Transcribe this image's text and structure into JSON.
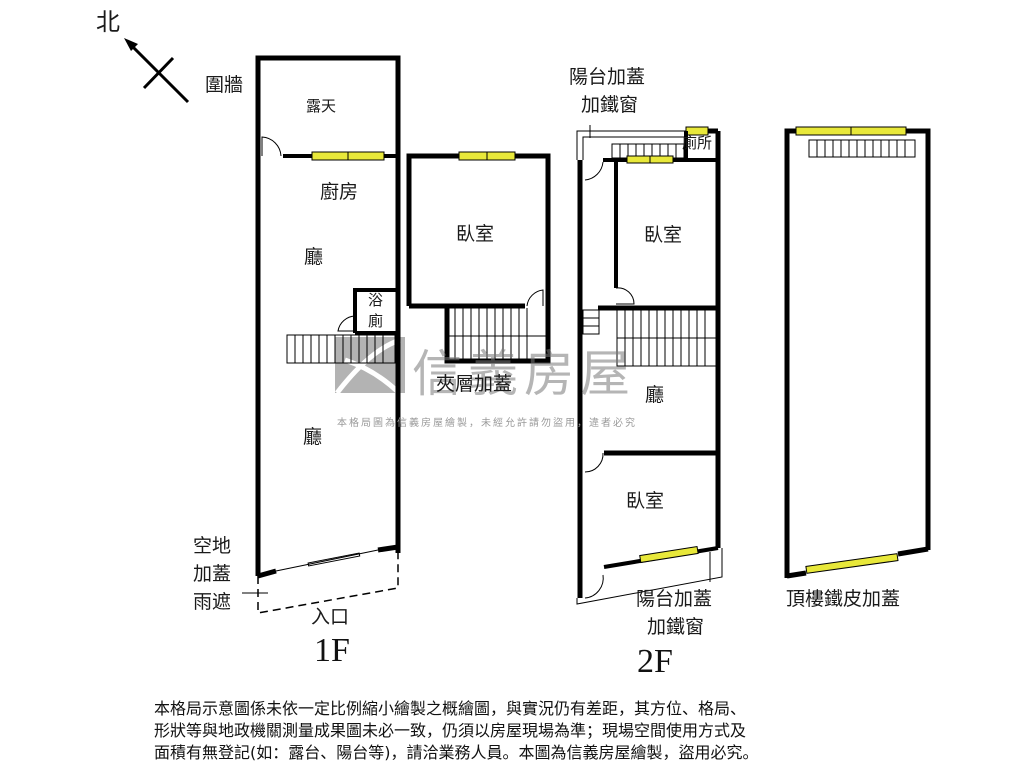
{
  "compass": {
    "label": "北",
    "icon": "north-arrow-icon"
  },
  "labels_1f": {
    "wall": "圍牆",
    "open_air": "露天",
    "kitchen": "廚房",
    "living_upper": "廳",
    "bath_line1": "浴",
    "bath_line2": "廁",
    "living_lower": "廳",
    "canopy_line1": "空地",
    "canopy_line2": "加蓋",
    "canopy_line3": "雨遮",
    "entrance": "入口",
    "floor": "1F"
  },
  "labels_mezz": {
    "bedroom": "臥室",
    "mezzanine": "夾層加蓋"
  },
  "labels_2f": {
    "balcony_top_line1": "陽台加蓋",
    "balcony_top_line2": "加鐵窗",
    "toilet": "廁所",
    "bedroom_upper": "臥室",
    "living": "廳",
    "bedroom_lower": "臥室",
    "balcony_bottom_line1": "陽台加蓋",
    "balcony_bottom_line2": "加鐵窗",
    "floor": "2F"
  },
  "labels_roof": {
    "caption": "頂樓鐵皮加蓋"
  },
  "watermark": {
    "brand": "信義房屋",
    "notice": "本格局圖為信義房屋繪製，未經允許請勿盜用，違者必究"
  },
  "disclaimer": {
    "line1": "本格局示意圖係未依一定比例縮小繪製之概繪圖，與實況仍有差距，其方位、格局、",
    "line2": "形狀等與地政機關測量成果圖未必一致，仍須以房屋現場為準；現場空間使用方式及",
    "line3": "面積有無登記(如：露台、陽台等)，請洽業務人員。本圖為信義房屋繪製，盜用必究。"
  },
  "colors": {
    "wall": "#000000",
    "window_fill": "#e8e83a",
    "watermark": "#8c8c8c",
    "background": "#ffffff"
  }
}
